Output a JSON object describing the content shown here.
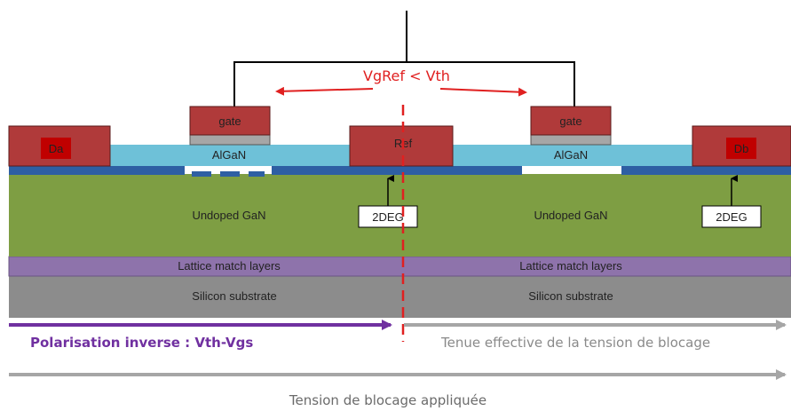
{
  "labels": {
    "vgref_condition": "VgRef < Vth",
    "gate_left": "gate",
    "gate_right": "gate",
    "drain_a": "Da",
    "drain_b": "Db",
    "ref": "Ref",
    "algan_left": "AlGaN",
    "algan_right": "AlGaN",
    "undoped_gan_left": "Undoped GaN",
    "undoped_gan_right": "Undoped GaN",
    "twodeg_left": "2DEG",
    "twodeg_right": "2DEG",
    "lattice_left": "Lattice match layers",
    "lattice_right": "Lattice match layers",
    "silicon_left": "Silicon substrate",
    "silicon_right": "Silicon substrate",
    "polarisation": "Polarisation inverse : Vth-Vgs",
    "tenue": "Tenue effective de la tension de blocage",
    "tension_appliquee": "Tension de blocage appliquée"
  },
  "colors": {
    "electrode": "#b03a3a",
    "electrode_label_bg": "#c00000",
    "algan": "#6ec1d8",
    "gan": "#7e9e43",
    "twodeg_layer": "#2e5fa3",
    "lattice": "#8e73ab",
    "silicon": "#8c8c8c",
    "red_annotation": "#e02020",
    "purple_arrow": "#7030a0",
    "grey_arrow": "#a6a6a6"
  }
}
